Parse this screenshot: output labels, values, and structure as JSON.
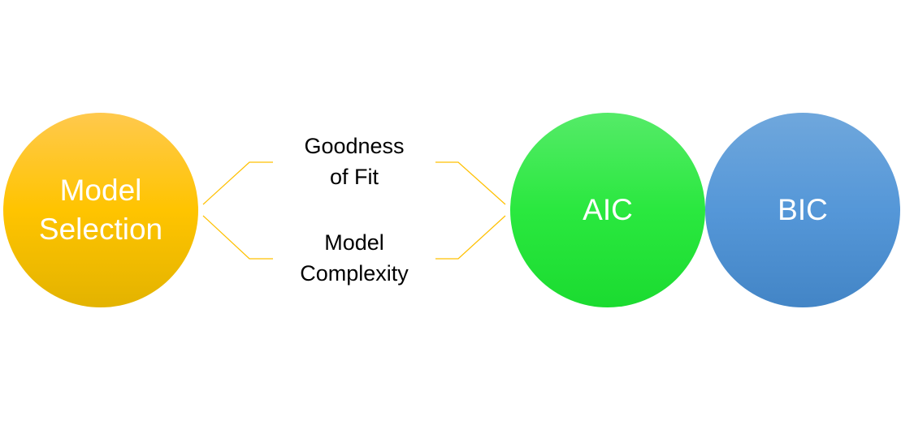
{
  "nodes": {
    "model_selection": {
      "line1": "Model",
      "line2": "Selection",
      "color": "#FFC400"
    },
    "aic": {
      "label": "AIC",
      "color": "#2AE83F"
    },
    "bic": {
      "label": "BIC",
      "color": "#5597D8"
    }
  },
  "criteria": {
    "goodness": {
      "line1": "Goodness",
      "line2": "of Fit"
    },
    "complexity": {
      "line1": "Model",
      "line2": "Complexity"
    }
  },
  "connector_color": "#FFC000"
}
